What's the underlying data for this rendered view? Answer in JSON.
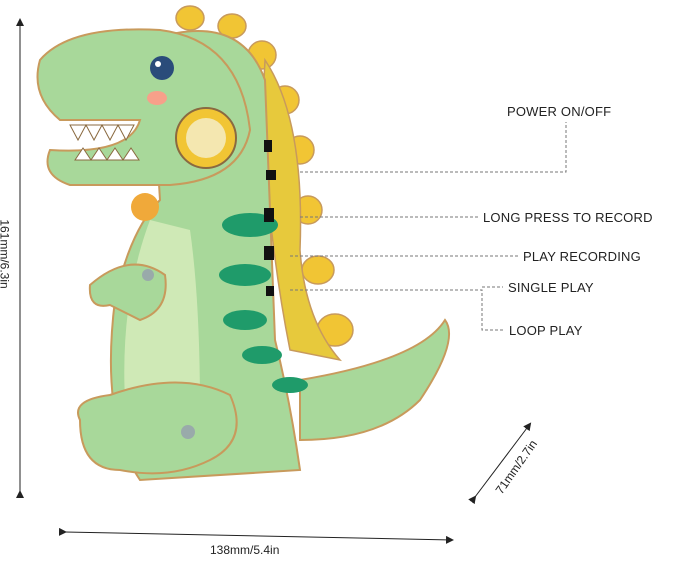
{
  "callouts": {
    "power": "POWER ON/OFF",
    "record": "LONG PRESS TO RECORD",
    "play_recording": "PLAY RECORDING",
    "single_play": "SINGLE PLAY",
    "loop_play": "LOOP PLAY"
  },
  "dimensions": {
    "height": "161mm/6.3in",
    "width": "138mm/5.4in",
    "depth": "71mm/2.7in"
  },
  "colors": {
    "body": "#a8d89a",
    "belly": "#cfe9b6",
    "spots": "#1f9b6a",
    "spikes": "#f1c534",
    "wood": "#c89a5c"
  }
}
